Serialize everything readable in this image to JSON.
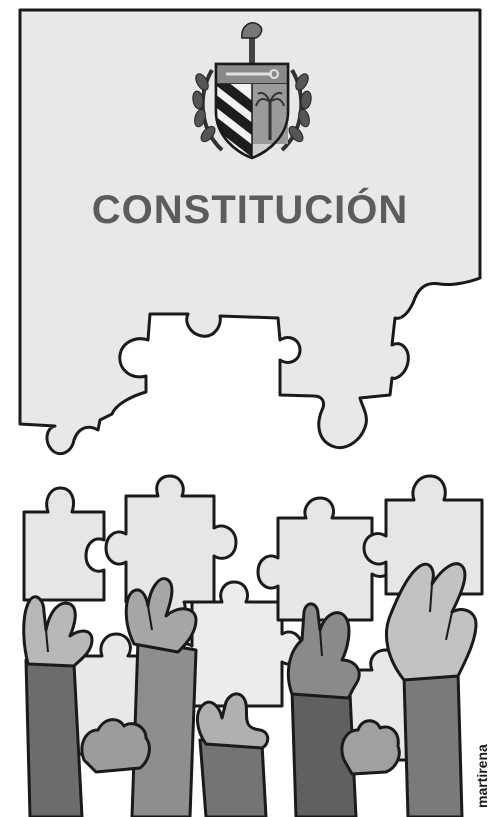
{
  "cartoon": {
    "title": "CONSTITUCIÓN",
    "signature": "martirena",
    "emblem": "coat-of-arms-of-cuba",
    "colors": {
      "paper": "#e8e8e8",
      "outline": "#1a1a1a",
      "title": "#5c5c5c",
      "piece": "#e4e4e4",
      "hand_light": "#b5b5b5",
      "hand_mid": "#8e8e8e",
      "hand_dark": "#6a6a6a",
      "background": "#ffffff"
    }
  }
}
